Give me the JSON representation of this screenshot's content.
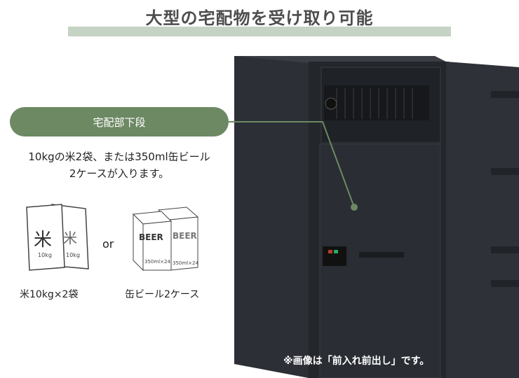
{
  "title": "大型の宅配物を受け取り可能",
  "callout": {
    "label": "宅配部下段",
    "description_line1": "10kgの米2袋、または350ml缶ビール",
    "description_line2": "2ケースが入ります。"
  },
  "items": [
    {
      "caption": "米10kg×2袋",
      "icon": "rice-bag-icon",
      "bag_kanji": "米",
      "bag_weight": "10kg"
    },
    {
      "caption": "缶ビール2ケース",
      "icon": "beer-case-icon",
      "box_text": "BEER",
      "box_subtext": "350ml×24"
    }
  ],
  "or_text": "or",
  "note": "※画像は「前入れ前出し」です。",
  "colors": {
    "accent": "#6d8963",
    "title_bar": "#c5d3c4",
    "cabinet": "#2b2e34"
  }
}
